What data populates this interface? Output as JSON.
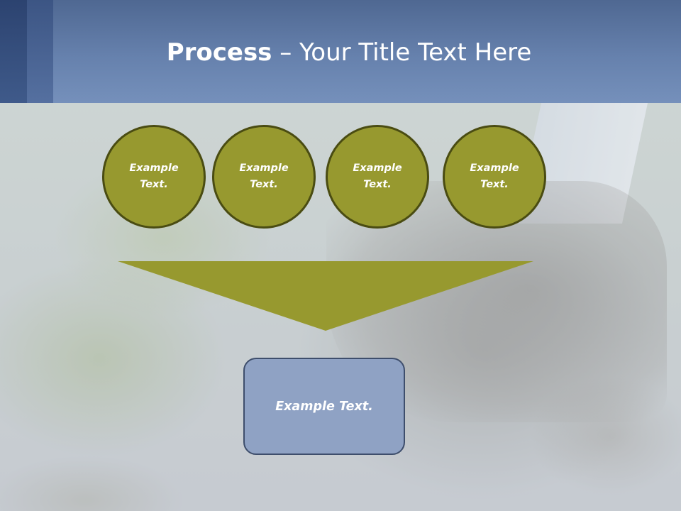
{
  "title": {
    "bold": "Process",
    "rest": " – Your Title Text Here"
  },
  "steps": [
    {
      "label": "Example\nText."
    },
    {
      "label": "Example\nText."
    },
    {
      "label": "Example\nText."
    },
    {
      "label": "Example\nText."
    }
  ],
  "result": {
    "label": "Example Text."
  },
  "colors": {
    "header": "#6681ad",
    "circle_fill": "#97992f",
    "circle_border": "#4a4c12",
    "funnel_fill": "#97992f",
    "box_fill": "#8fa2c4",
    "box_border": "#3e4e6c"
  }
}
